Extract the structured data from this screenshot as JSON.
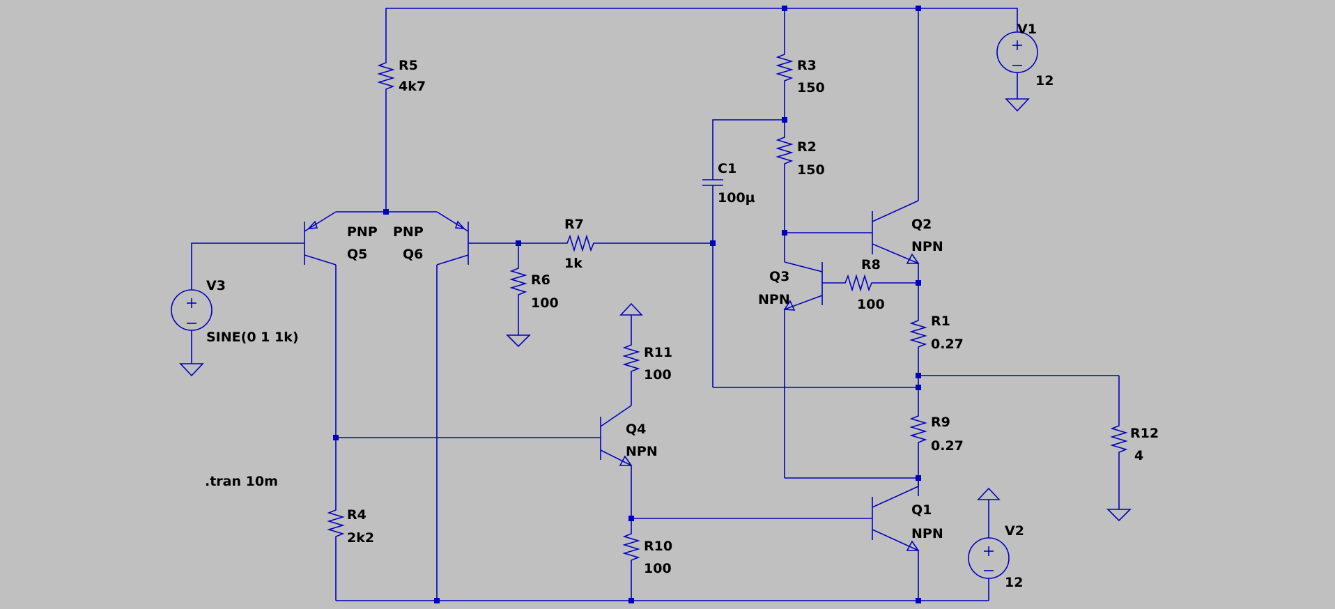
{
  "colors": {
    "background": "#c0c0c0",
    "wire": "#0000c0",
    "text": "#000000"
  },
  "components": {
    "V1": {
      "name": "V1",
      "value": "12"
    },
    "V2": {
      "name": "V2",
      "value": "12"
    },
    "V3": {
      "name": "V3",
      "value": "SINE(0 1 1k)"
    },
    "R1": {
      "name": "R1",
      "value": "0.27"
    },
    "R2": {
      "name": "R2",
      "value": "150"
    },
    "R3": {
      "name": "R3",
      "value": "150"
    },
    "R4": {
      "name": "R4",
      "value": "2k2"
    },
    "R5": {
      "name": "R5",
      "value": "4k7"
    },
    "R6": {
      "name": "R6",
      "value": "100"
    },
    "R7": {
      "name": "R7",
      "value": "1k"
    },
    "R8": {
      "name": "R8",
      "value": "100"
    },
    "R9": {
      "name": "R9",
      "value": "0.27"
    },
    "R10": {
      "name": "R10",
      "value": "100"
    },
    "R11": {
      "name": "R11",
      "value": "100"
    },
    "R12": {
      "name": "R12",
      "value": "4"
    },
    "C1": {
      "name": "C1",
      "value": "100µ"
    },
    "Q1": {
      "name": "Q1",
      "value": "NPN"
    },
    "Q2": {
      "name": "Q2",
      "value": "NPN"
    },
    "Q3": {
      "name": "Q3",
      "value": "NPN"
    },
    "Q4": {
      "name": "Q4",
      "value": "NPN"
    },
    "Q5": {
      "name": "Q5",
      "value": "PNP"
    },
    "Q6": {
      "name": "Q6",
      "value": "PNP"
    }
  },
  "directive": ".tran 10m"
}
